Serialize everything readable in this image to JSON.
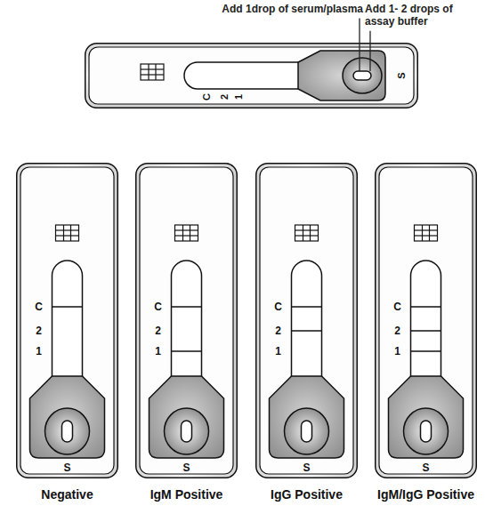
{
  "diagram": {
    "nodes": [
      {
        "text": [
          "C",
          "2",
          "1",
          "S"
        ]
      },
      {
        "text": [
          "C",
          "2",
          "1",
          "S",
          "Negative"
        ]
      },
      {
        "text": [
          "C",
          "2",
          "1",
          "S",
          "IgM Positive"
        ]
      },
      {
        "text": [
          "C",
          "2",
          "1",
          "S",
          "IgG Positive"
        ]
      },
      {
        "text": [
          "C",
          "2",
          "1",
          "S",
          "IgM/IgG Positive"
        ]
      }
    ],
    "labels": [
      "Add 1drop of serum/plasma",
      "Add 1- 2 drops of assay buffer"
    ]
  }
}
